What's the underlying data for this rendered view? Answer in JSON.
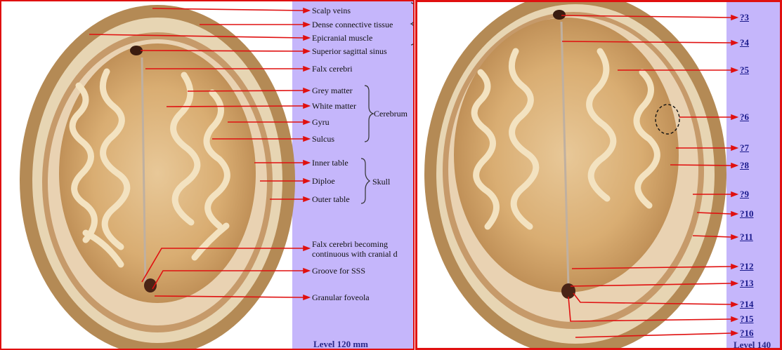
{
  "left_panel": {
    "labels": {
      "scalp_veins": "Scalp veins",
      "dense_ct": "Dense connective tissue",
      "epicranial": "Epicranial muscle",
      "sss": "Superior sagittal sinus",
      "falx": "Falx cerebri",
      "grey": "Grey matter",
      "white": "White matter",
      "gyru": "Gyru",
      "sulcus": "Sulcus",
      "inner": "Inner table",
      "diploe": "Diploe",
      "outer": "Outer table",
      "falx_cont_1": "Falx cerebri becoming",
      "falx_cont_2": "continuous with cranial d",
      "groove": "Groove for SSS",
      "foveola": "Granular foveola"
    },
    "groups": {
      "cerebrum": "Cerebrum",
      "skull": "Skull"
    },
    "level": "Level 120 mm"
  },
  "right_panel": {
    "questions": [
      "?3",
      "?4",
      "?5",
      "?6",
      "?7",
      "?8",
      "?9",
      "?10",
      "?11",
      "?12",
      "?13",
      "?14",
      "?15",
      "?16"
    ],
    "level": "Level 140"
  },
  "colors": {
    "accent_red": "#e01010",
    "lavender": "#c5b6fb",
    "link_blue": "#1a1a8c"
  }
}
